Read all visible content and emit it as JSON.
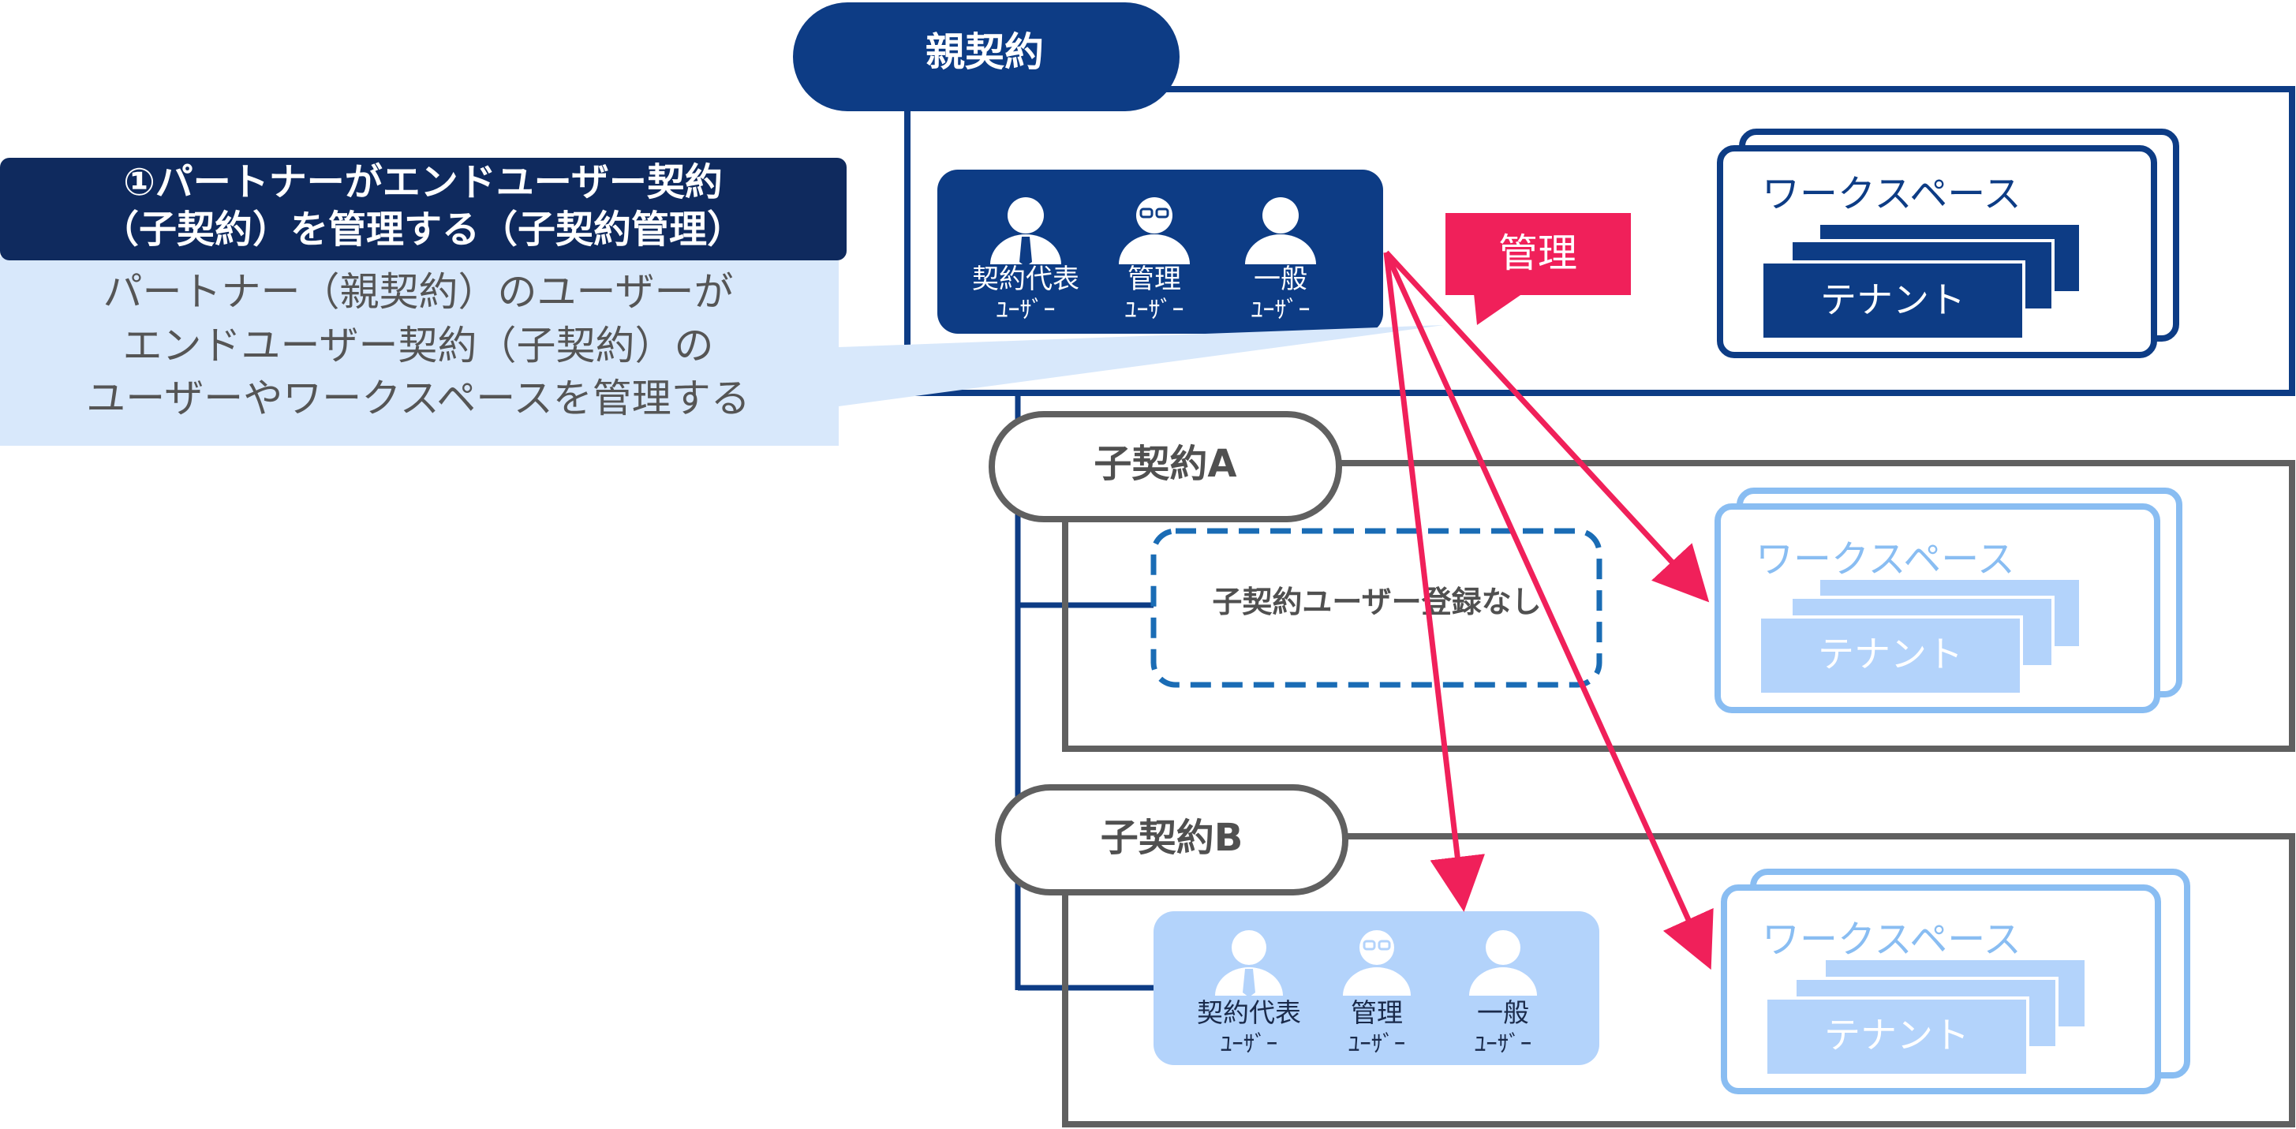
{
  "callout": {
    "title_line1": "①パートナーがエンドユーザー契約",
    "title_line2": "（子契約）を管理する（子契約管理）",
    "body_line1": "パートナー（親契約）のユーザーが",
    "body_line2": "エンドユーザー契約（子契約）の",
    "body_line3": "ユーザーやワークスペースを管理する"
  },
  "parent": {
    "label": "親契約",
    "users": [
      {
        "role": "契約代表",
        "sub": "ﾕｰｻﾞｰ",
        "icon": "user-tie-icon"
      },
      {
        "role": "管理",
        "sub": "ﾕｰｻﾞｰ",
        "icon": "user-glasses-icon"
      },
      {
        "role": "一般",
        "sub": "ﾕｰｻﾞｰ",
        "icon": "user-icon"
      }
    ],
    "workspace": "ワークスペース",
    "tenant": "テナント"
  },
  "manage_label": "管理",
  "child_a": {
    "label": "子契約A",
    "no_users": "子契約ユーザー登録なし",
    "workspace": "ワークスペース",
    "tenant": "テナント"
  },
  "child_b": {
    "label": "子契約B",
    "users": [
      {
        "role": "契約代表",
        "sub": "ﾕｰｻﾞｰ",
        "icon": "user-tie-icon"
      },
      {
        "role": "管理",
        "sub": "ﾕｰｻﾞｰ",
        "icon": "user-glasses-icon"
      },
      {
        "role": "一般",
        "sub": "ﾕｰｻﾞｰ",
        "icon": "user-icon"
      }
    ],
    "workspace": "ワークスペース",
    "tenant": "テナント"
  },
  "colors": {
    "navy": "#0d3c85",
    "dark_navy": "#0f2a5e",
    "light_blue": "#89bdf2",
    "pale_blue": "#b3d3fb",
    "callout_bg": "#d8e8fb",
    "gray": "#606060",
    "pink": "#f0205a"
  }
}
